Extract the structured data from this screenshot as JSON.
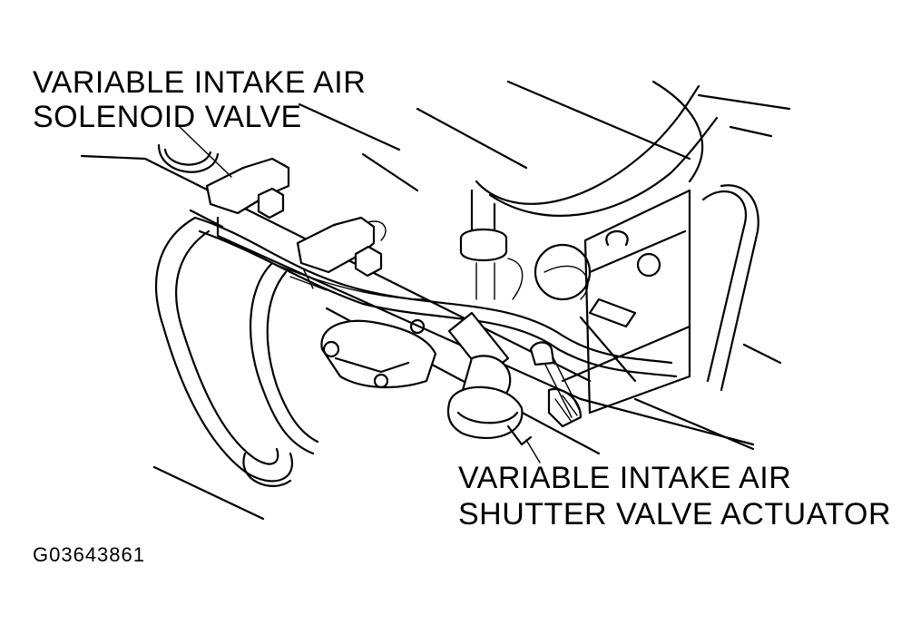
{
  "labels": {
    "solenoid_line1": "VARIABLE INTAKE AIR",
    "solenoid_line2": "SOLENOID VALVE",
    "actuator_line1": "VARIABLE INTAKE AIR",
    "actuator_line2": "SHUTTER VALVE ACTUATOR",
    "figure_code": "G03643861"
  }
}
